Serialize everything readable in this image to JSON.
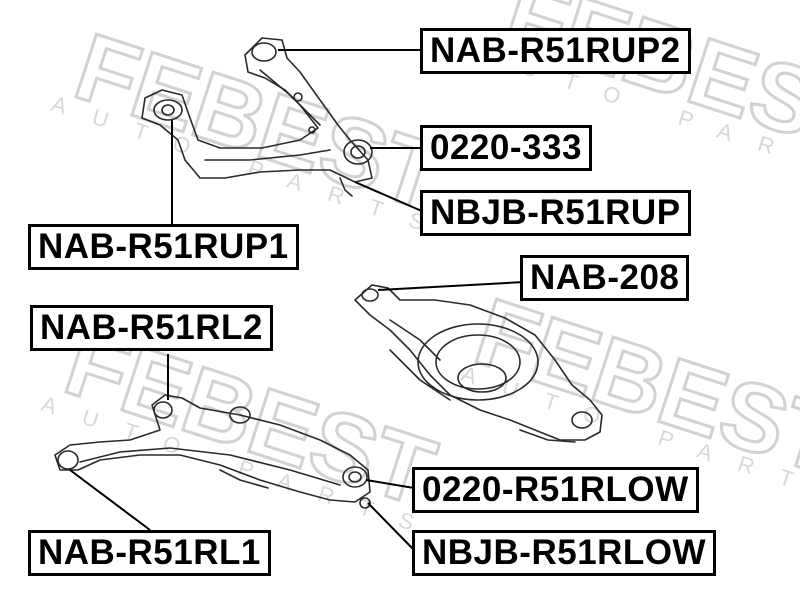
{
  "watermark": {
    "brand": "FEBEST",
    "tagline": "AUTO PARTS"
  },
  "parts": {
    "upper_link": "NAB-R51RUP2",
    "upper_bushing": "0220-333",
    "upper_ball_joint": "NBJB-R51RUP",
    "upper_link_bushing": "NAB-R51RUP1",
    "mid_bushing": "NAB-208",
    "lower_link": "NAB-R51RL2",
    "lower_bushing": "0220-R51RLOW",
    "lower_link_bushing": "NAB-R51RL1",
    "lower_ball_joint": "NBJB-R51RLOW"
  },
  "colors": {
    "ink": "#000000",
    "watermark": "#d0d0d0",
    "part_line": "#2a2a2a"
  }
}
